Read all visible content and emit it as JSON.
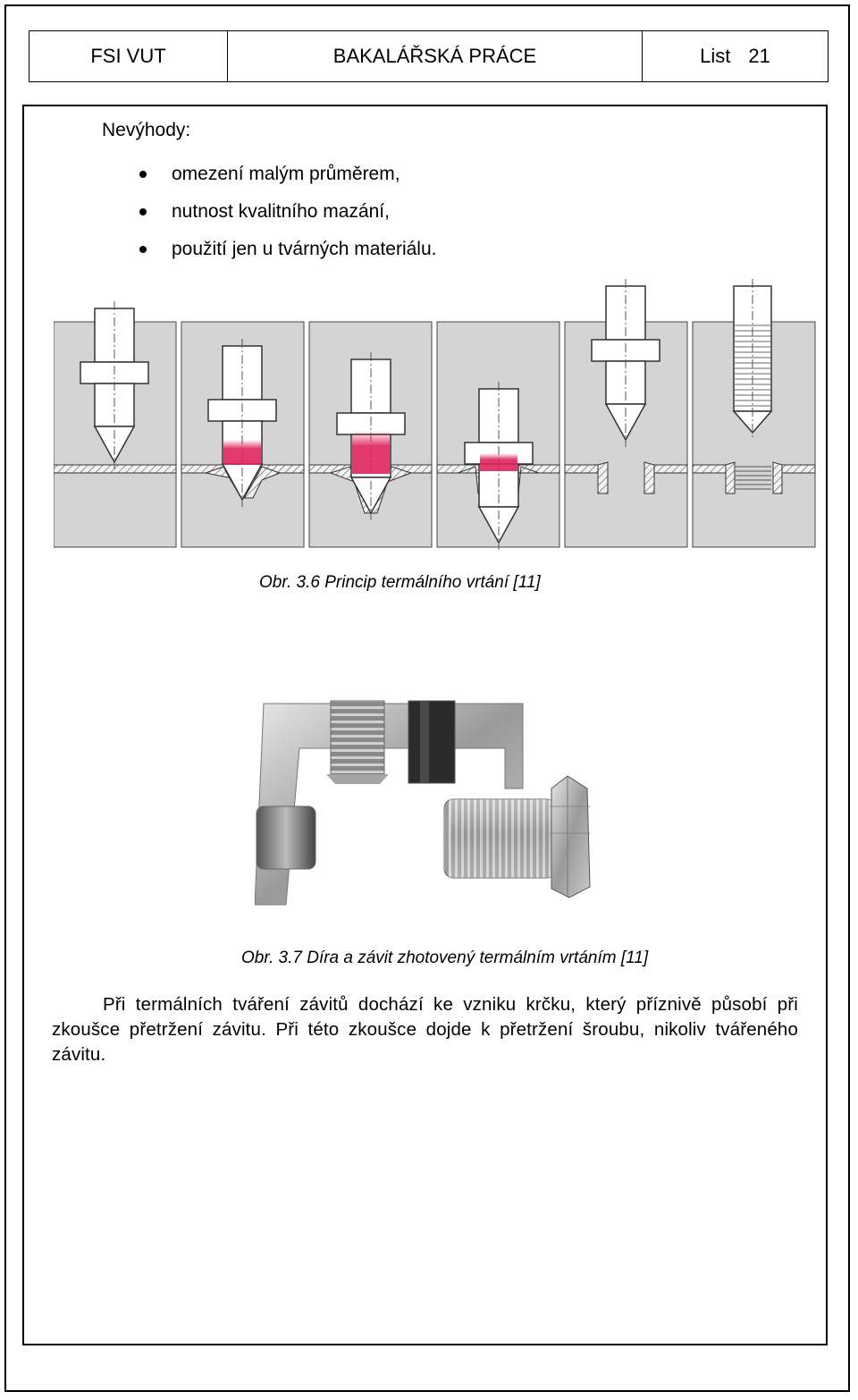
{
  "header": {
    "left": "FSI VUT",
    "center": "BAKALÁŘSKÁ PRÁCE",
    "right_label": "List",
    "right_number": "21"
  },
  "section": {
    "heading": "Nevýhody:",
    "bullets": [
      "omezení malým průměrem,",
      "nutnost kvalitního mazání,",
      "použití jen u tvárných materiálu."
    ]
  },
  "figure1": {
    "caption": "Obr. 3.6 Princip termálního vrtání [11]",
    "colors": {
      "panel": "#d4d4d4",
      "heat": "#e0245e",
      "line": "#333333"
    }
  },
  "figure2": {
    "caption": "Obr. 3.7 Díra a závit zhotovený termálním vrtáním [11]"
  },
  "paragraph": "Při termálních tváření závitů dochází ke vzniku krčku, který příznivě působí při zkoušce přetržení závitu. Při této zkoušce dojde k přetržení šroubu, nikoliv tvářeného závitu."
}
